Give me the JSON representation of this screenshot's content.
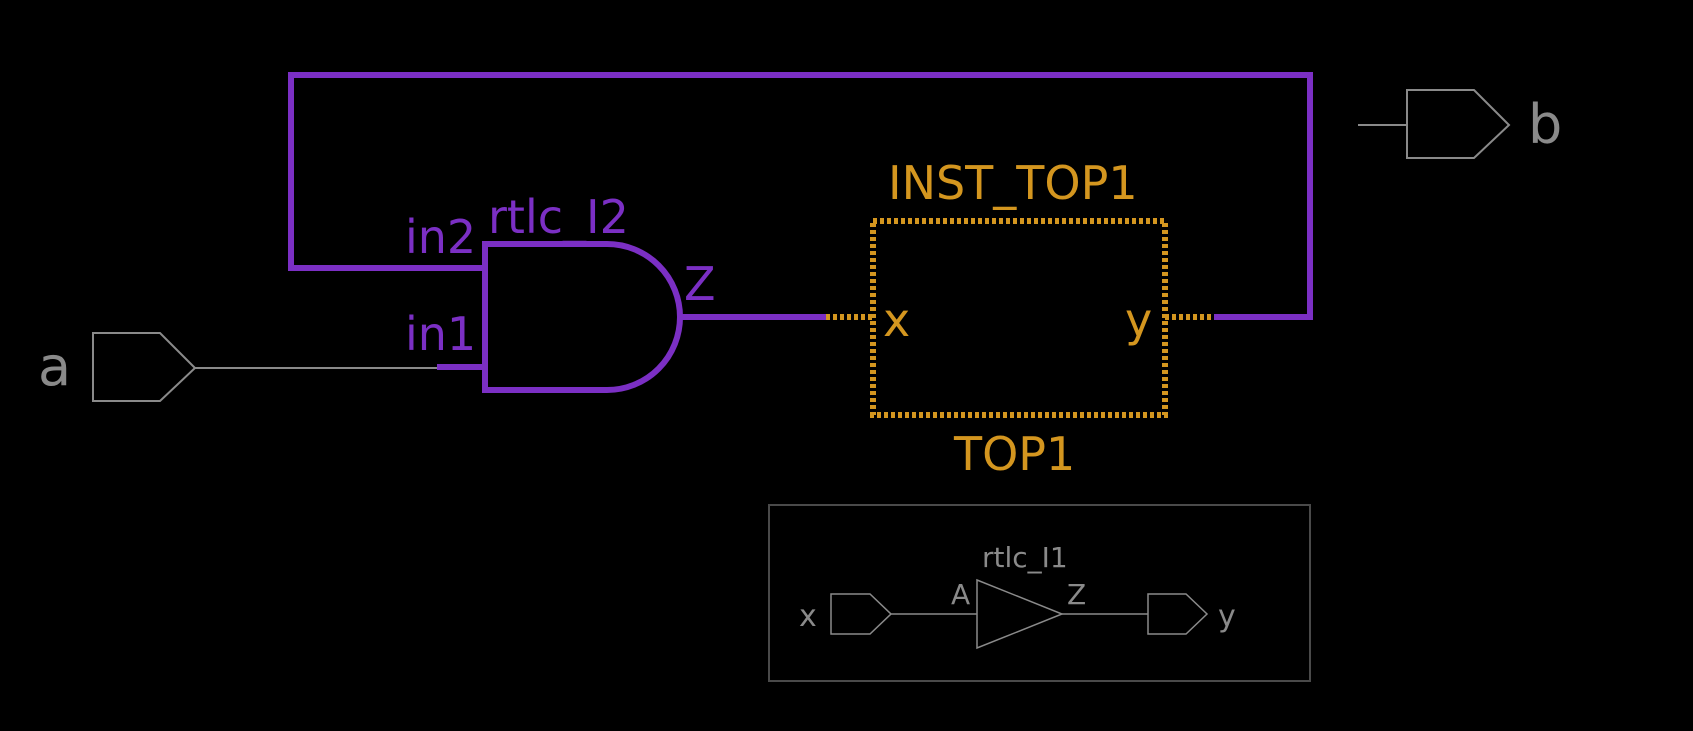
{
  "colors": {
    "background": "#000000",
    "selected_net": "#7b2fc4",
    "instance_highlight": "#d4961f",
    "unselected": "#8a8a8a",
    "preview_border": "#4a4a4a"
  },
  "ports": {
    "input_a": "a",
    "output_b": "b"
  },
  "and_gate": {
    "instance_name": "rtlc_I2",
    "pin_in1": "in1",
    "pin_in2": "in2",
    "pin_out": "Z"
  },
  "instance": {
    "instance_name": "INST_TOP1",
    "module_name": "TOP1",
    "pin_in": "x",
    "pin_out": "y"
  },
  "preview": {
    "port_in": "x",
    "port_out": "y",
    "buffer_name": "rtlc_I1",
    "buffer_pin_in": "A",
    "buffer_pin_out": "Z"
  }
}
